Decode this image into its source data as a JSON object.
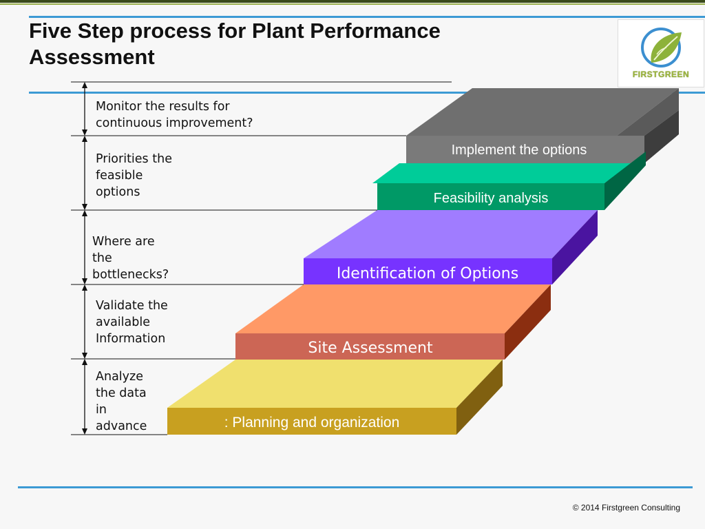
{
  "title": {
    "line1": "Five Step process for Plant Performance",
    "line2": "Assessment"
  },
  "logo": {
    "text": "FIRSTGREEN"
  },
  "steps": [
    {
      "label": ": Planning and organization"
    },
    {
      "label": "Site Assessment"
    },
    {
      "label": "Identification of Options"
    },
    {
      "label": "Feasibility analysis"
    },
    {
      "label": "Implement the options"
    }
  ],
  "side_notes": {
    "note1": [
      "Monitor the results for",
      "continuous improvement?"
    ],
    "note2": [
      "Priorities the",
      "feasible",
      "options"
    ],
    "note3": [
      "Where are",
      "the",
      "bottlenecks?"
    ],
    "note4": [
      "Validate the",
      "available",
      "Information"
    ],
    "note5": [
      "Analyze",
      "the data",
      "in",
      "advance"
    ]
  },
  "footer": {
    "text": "© 2014 Firstgreen Consulting"
  },
  "colors": {
    "rule": "#3c9ad4",
    "step1": "#f0e070",
    "step2": "#ff9966",
    "step3": "#9f7cff",
    "step4": "#00cc99",
    "step5": "#7a7a7a"
  }
}
